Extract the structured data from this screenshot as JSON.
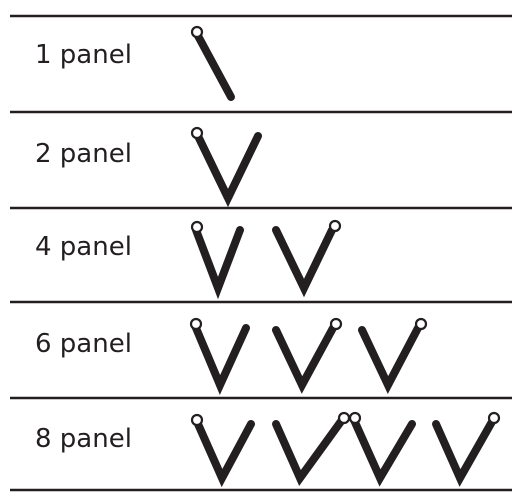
{
  "rows": [
    {
      "label": "1 panel",
      "panels": 1
    },
    {
      "label": "2 panel",
      "panels": 2
    },
    {
      "label": "4 panel",
      "panels": 4
    },
    {
      "label": "6 panel",
      "panels": 6
    },
    {
      "label": "8 panel",
      "panels": 8
    }
  ],
  "colors": {
    "ink": "#231f20",
    "background": "#ffffff"
  }
}
